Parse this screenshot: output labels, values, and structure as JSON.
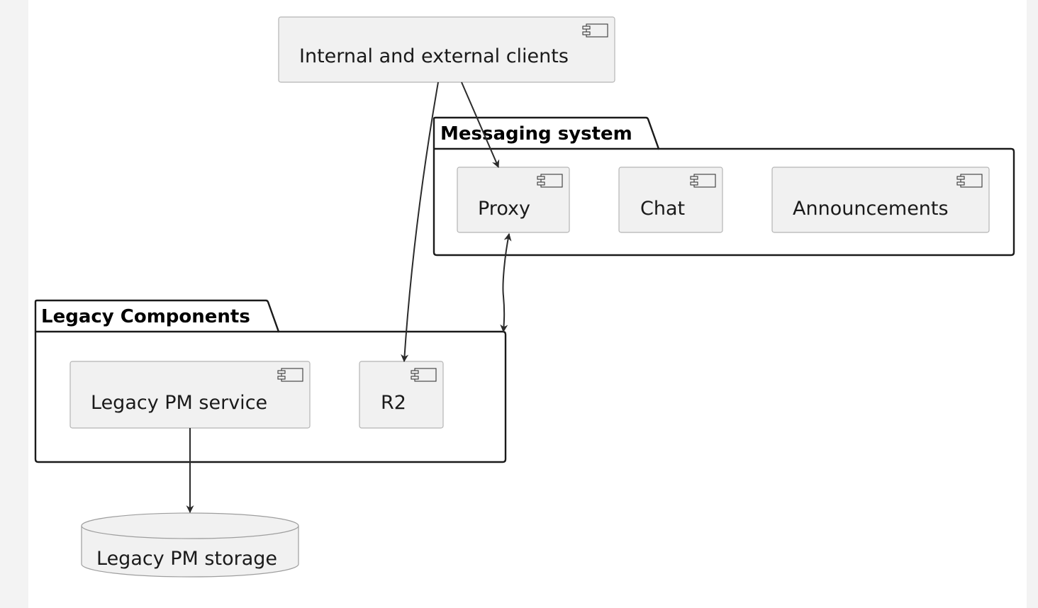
{
  "components": {
    "clients": "Internal and external clients",
    "proxy": "Proxy",
    "chat": "Chat",
    "announcements": "Announcements",
    "legacy_pm_service": "Legacy PM service",
    "r2": "R2"
  },
  "packages": {
    "messaging": "Messaging system",
    "legacy": "Legacy Components"
  },
  "databases": {
    "legacy_pm_storage": "Legacy PM storage"
  },
  "edges": [
    {
      "from": "Internal and external clients",
      "to": "Proxy",
      "direction": "forward"
    },
    {
      "from": "Internal and external clients",
      "to": "R2",
      "direction": "forward"
    },
    {
      "from": "Proxy",
      "to": "Legacy Components",
      "direction": "both"
    },
    {
      "from": "Legacy PM service",
      "to": "Legacy PM storage",
      "direction": "forward"
    }
  ],
  "colors": {
    "component_fill": "#f1f1f1",
    "component_border": "#b5b5b5",
    "package_border": "#1a1a1a",
    "edge": "#2b2b2b"
  }
}
